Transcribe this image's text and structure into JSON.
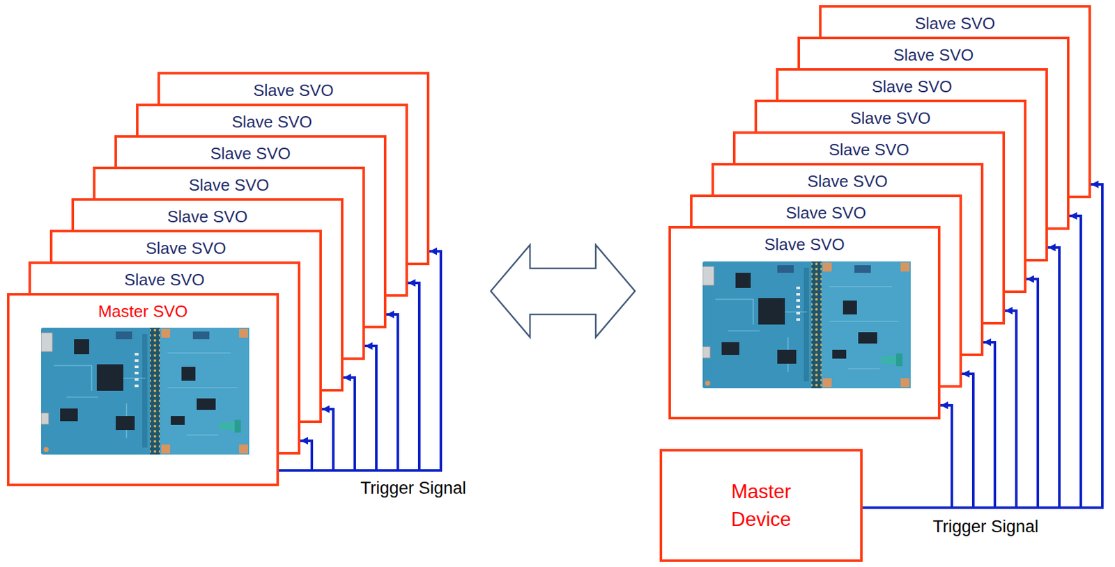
{
  "diagram": {
    "nodes": [
      {
        "text": [
          "Slave SVO"
        ]
      },
      {
        "text": [
          "Slave SVO"
        ]
      },
      {
        "text": [
          "Slave SVO"
        ]
      },
      {
        "text": [
          "Slave SVO"
        ]
      },
      {
        "text": [
          "Slave SVO"
        ]
      },
      {
        "text": [
          "Slave SVO"
        ]
      },
      {
        "text": [
          "Slave SVO"
        ]
      },
      {
        "text": [
          "Master SVO"
        ]
      },
      {
        "text": [
          "Slave SVO"
        ]
      },
      {
        "text": [
          "Slave SVO"
        ]
      },
      {
        "text": [
          "Slave SVO"
        ]
      },
      {
        "text": [
          "Slave SVO"
        ]
      },
      {
        "text": [
          "Slave SVO"
        ]
      },
      {
        "text": [
          "Slave SVO"
        ]
      },
      {
        "text": [
          "Slave SVO"
        ]
      },
      {
        "text": [
          "Slave SVO"
        ]
      },
      {
        "text": [
          "Master Device"
        ]
      }
    ],
    "edges": [
      {
        "from": 7,
        "to": 0,
        "arrow": "to"
      },
      {
        "from": 7,
        "to": 1,
        "arrow": "to"
      },
      {
        "from": 7,
        "to": 2,
        "arrow": "to"
      },
      {
        "from": 7,
        "to": 3,
        "arrow": "to"
      },
      {
        "from": 7,
        "to": 4,
        "arrow": "to"
      },
      {
        "from": 7,
        "to": 5,
        "arrow": "to"
      },
      {
        "from": 7,
        "to": 6,
        "arrow": "to"
      },
      {
        "from": 16,
        "to": 8,
        "arrow": "to"
      },
      {
        "from": 16,
        "to": 9,
        "arrow": "to"
      },
      {
        "from": 16,
        "to": 10,
        "arrow": "to"
      },
      {
        "from": 16,
        "to": 11,
        "arrow": "to"
      },
      {
        "from": 16,
        "to": 12,
        "arrow": "to"
      },
      {
        "from": 16,
        "to": 13,
        "arrow": "to"
      },
      {
        "from": 16,
        "to": 14,
        "arrow": "to"
      },
      {
        "from": 16,
        "to": 15,
        "arrow": "to"
      }
    ],
    "labels": [
      "Trigger Signal",
      "Trigger Signal"
    ]
  }
}
